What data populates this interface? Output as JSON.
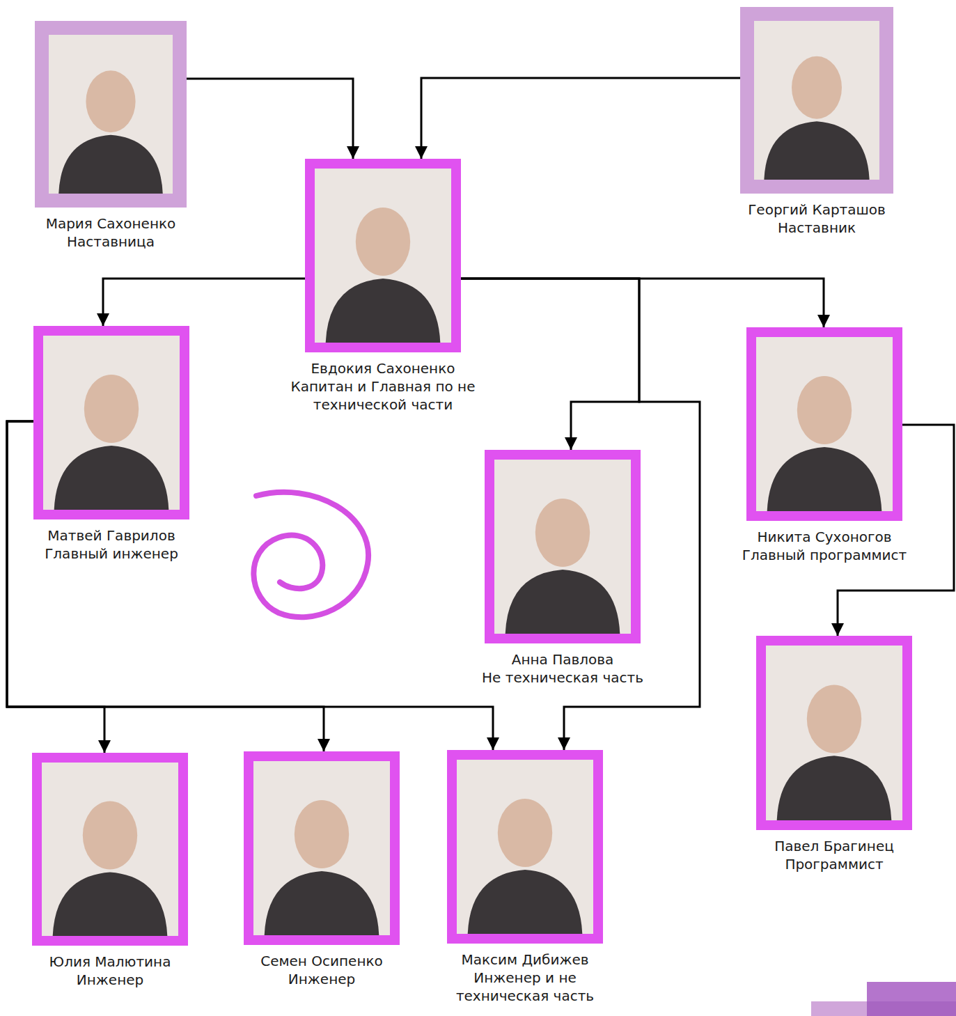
{
  "diagram": {
    "nodes": [
      {
        "text": [
          "Мария Сахоненко",
          "Наставница"
        ]
      },
      {
        "text": [
          "Георгий Карташов",
          "Наставник"
        ]
      },
      {
        "text": [
          "Евдокия Сахоненко",
          "Капитан и Главная по не технической части"
        ]
      },
      {
        "text": [
          "Матвей Гаврилов",
          "Главный инженер"
        ]
      },
      {
        "text": [
          "Никита Сухоногов",
          "Главный программист"
        ]
      },
      {
        "text": [
          "Анна Павлова",
          "Не техническая часть"
        ]
      },
      {
        "text": [
          "Павел Брагинец",
          "Программист"
        ]
      },
      {
        "text": [
          "Юлия Малютина",
          "Инженер"
        ]
      },
      {
        "text": [
          "Семен Осипенко",
          "Инженер"
        ]
      },
      {
        "text": [
          "Максим Дибижев",
          "Инженер и не техническая часть"
        ]
      }
    ],
    "edges": [
      {
        "from": 0,
        "to": 2,
        "arrow": "to"
      },
      {
        "from": 1,
        "to": 2,
        "arrow": "to"
      },
      {
        "from": 2,
        "to": 3,
        "arrow": "to"
      },
      {
        "from": 2,
        "to": 5,
        "arrow": "to"
      },
      {
        "from": 2,
        "to": 9,
        "arrow": "to"
      },
      {
        "from": 2,
        "to": 4,
        "arrow": "to"
      },
      {
        "from": 3,
        "to": 7,
        "arrow": "to"
      },
      {
        "from": 3,
        "to": 8,
        "arrow": "to"
      },
      {
        "from": 3,
        "to": 9,
        "arrow": "to"
      },
      {
        "from": 4,
        "to": 6,
        "arrow": "to"
      }
    ]
  }
}
